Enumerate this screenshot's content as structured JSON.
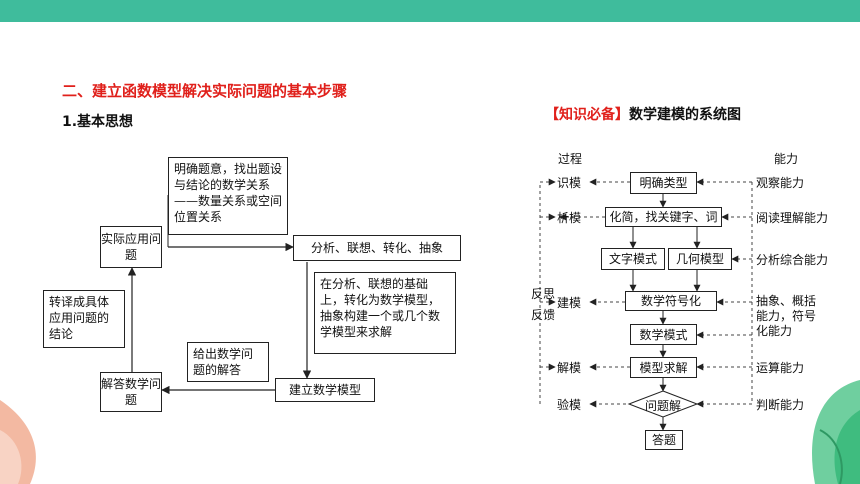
{
  "heading": "二、建立函数模型解决实际问题的基本步骤",
  "subheading": "1.基本思想",
  "note_title": {
    "bracket": "【知识必备】",
    "text": "数学建模的系统图"
  },
  "left_diagram": {
    "meaning_box": "明确题意，找出题设与结论的数学关系——数量关系或空间位置关系",
    "practical_box": "实际应用问题",
    "analyze_box": "分析、联想、转化、抽象",
    "detail_box": "在分析、联想的基础上，转化为数学模型，抽象构建一个或几个数学模型来求解",
    "conclusion_box": "转译成具体应用问题的结论",
    "answer_box": "给出数学问题的解答",
    "solve_box": "解答数学问题",
    "build_box": "建立数学模型"
  },
  "right_diagram": {
    "process_header": "过程",
    "ability_header": "能力",
    "steps": [
      "识模",
      "析模",
      "建模",
      "解模",
      "验模"
    ],
    "reflect": [
      "反思",
      "反馈"
    ],
    "center_boxes": {
      "type": "明确类型",
      "simplify": "化简，找关键字、词",
      "text_mode": "文字模式",
      "geo_model": "几何模型",
      "symbolize": "数学符号化",
      "math_mode": "数学模式",
      "solve": "模型求解",
      "check": "问题解",
      "answer": "答题"
    },
    "abilities": [
      "观察能力",
      "阅读理解能力",
      "分析综合能力",
      "抽象、概括能力，符号化能力",
      "运算能力",
      "判断能力"
    ]
  }
}
